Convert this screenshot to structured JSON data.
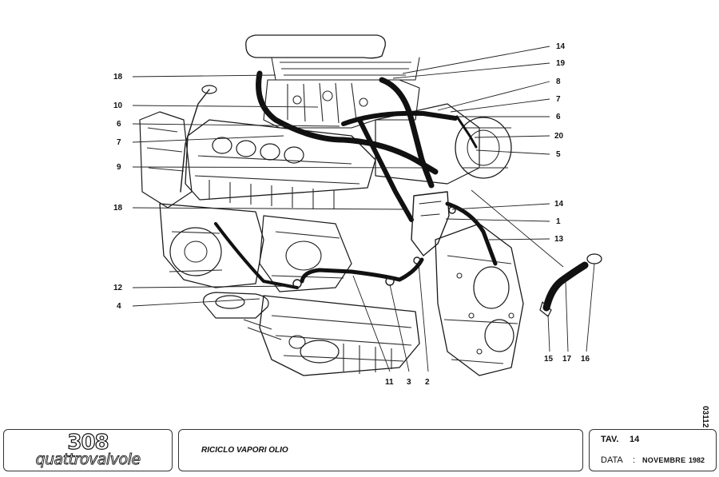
{
  "diagram": {
    "figure_number": "03112",
    "callouts": {
      "c14_top": "14",
      "c19": "19",
      "c8": "8",
      "c7_right": "7",
      "c6_right": "6",
      "c20": "20",
      "c5": "5",
      "c14_mid": "14",
      "c1": "1",
      "c13": "13",
      "c18_top": "18",
      "c10": "10",
      "c6_left": "6",
      "c7_left": "7",
      "c9": "9",
      "c18_mid": "18",
      "c12": "12",
      "c4": "4",
      "c11": "11",
      "c3": "3",
      "c2": "2",
      "c15": "15",
      "c17": "17",
      "c16": "16"
    }
  },
  "title_block": {
    "logo_number": "308",
    "logo_word": "quattrovalvole",
    "title": "RICICLO VAPORI OLIO",
    "tav_label": "TAV.",
    "tav_number": "14",
    "date_label": "DATA",
    "date_separator": ":",
    "date_month": "NOVEMBRE",
    "date_year": "1982"
  }
}
